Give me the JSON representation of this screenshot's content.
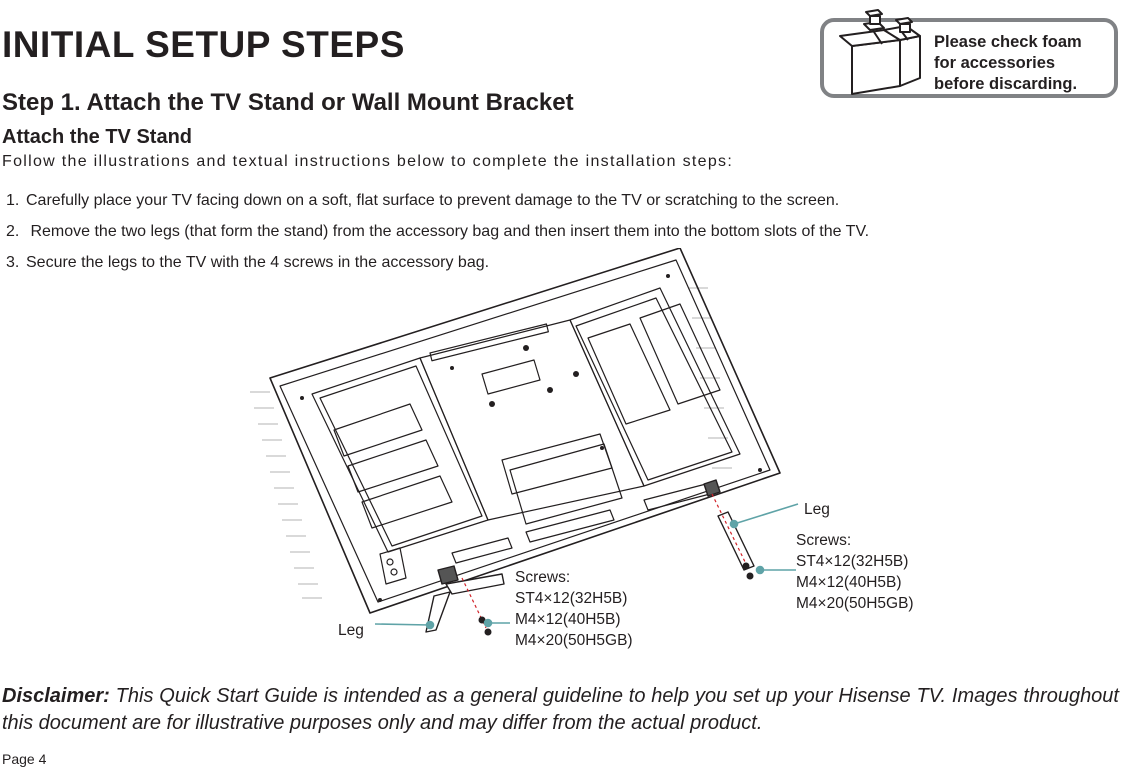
{
  "title": "INITIAL SETUP STEPS",
  "step_heading": "Step 1. Attach the TV Stand or Wall Mount Bracket",
  "sub_heading": "Attach the TV Stand",
  "intro": "Follow the illustrations and textual instructions below to complete the installation steps:",
  "steps": [
    {
      "number": "1.",
      "text": "Carefully place your TV facing down on a soft, flat surface to prevent damage to the TV or scratching to the screen."
    },
    {
      "number": "2.",
      "text": " Remove the two legs (that form the stand) from the accessory bag and then insert them into the bottom slots of the TV."
    },
    {
      "number": "3.",
      "text": "Secure the legs to the TV with the 4 screws in the accessory bag."
    }
  ],
  "notice": {
    "line1": "Please check foam",
    "line2": "for accessories",
    "line3": "before discarding.",
    "icon": "open-box-icon"
  },
  "callouts": {
    "leg_right": "Leg",
    "leg_left": "Leg",
    "screws_right": {
      "title": "Screws:",
      "line1": "ST4×12(32H5B)",
      "line2": "M4×12(40H5B)",
      "line3": "M4×20(50H5GB)"
    },
    "screws_left": {
      "title": "Screws:",
      "line1": "ST4×12(32H5B)",
      "line2": "M4×12(40H5B)",
      "line3": "M4×20(50H5GB)"
    }
  },
  "disclaimer": {
    "label": "Disclaimer:",
    "text": " This Quick Start Guide is intended as a general guideline to help you set up your Hisense TV. Images throughout this document are for illustrative purposes only and may differ from the actual product."
  },
  "page": "Page 4",
  "colors": {
    "text": "#231f20",
    "callout_line": "#5fa3a7",
    "box_border": "#808285",
    "screw_dash": "#d2232a"
  }
}
